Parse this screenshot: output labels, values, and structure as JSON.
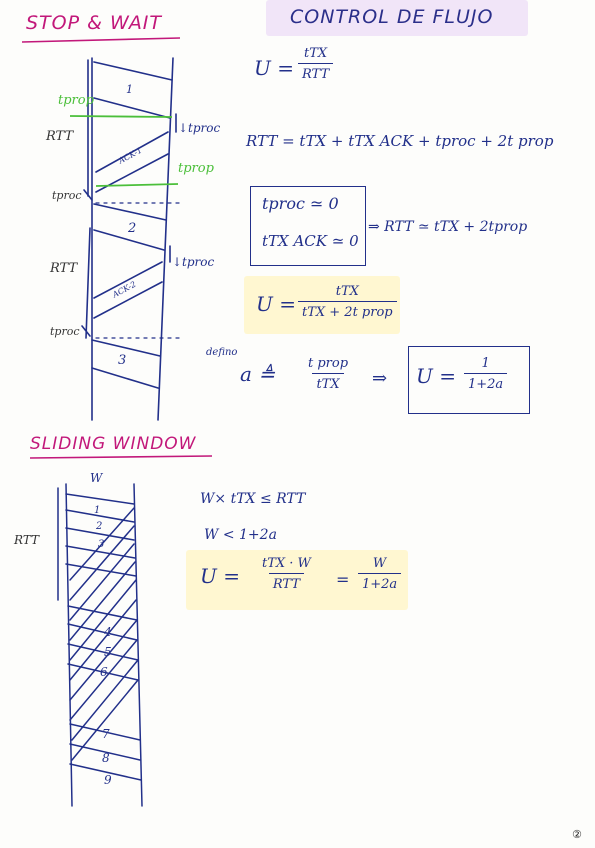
{
  "stop_wait": {
    "title": "STOP & WAIT",
    "t_prop_left": "tprop",
    "t_prop_right": "tprop",
    "t_proc_1": "↓tproc",
    "t_proc_2": "↓tproc",
    "rtt_1": "RTT",
    "rtt_2": "RTT",
    "t_proc_left_1": "tproc",
    "t_proc_left_2": "tproc",
    "frame_1": "1",
    "frame_2": "2",
    "frame_3": "3",
    "ack_1": "ACK-1",
    "ack_2": "ACK-2"
  },
  "control": {
    "title": "CONTROL DE FLUJO",
    "u_def_left": "U =",
    "u_def_num": "tTX",
    "u_def_den": "RTT",
    "rtt_eq": "RTT = tTX + tTX ACK + tproc + 2t prop",
    "approx_1": "tproc ≃ 0",
    "approx_2": "tTX ACK ≃ 0",
    "implies": "⇒ RTT ≃ tTX + 2tprop",
    "u_left": "U =",
    "u_num": "tTX",
    "u_den": "tTX + 2t prop",
    "defino": "defino",
    "a_left": "a ≜",
    "a_num": "t prop",
    "a_den": "tTX",
    "arrow": "⇒",
    "u_a_left": "U =",
    "u_a_num": "1",
    "u_a_den": "1+2a"
  },
  "sliding": {
    "title": "SLIDING WINDOW",
    "w_label": "W",
    "rtt": "RTT",
    "frames": [
      "1",
      "2",
      "3",
      "4",
      "5",
      "6",
      "7",
      "8",
      "9"
    ],
    "cond_1": "W× tTX ≤ RTT",
    "cond_2": "W < 1+2a",
    "u_left": "U =",
    "u_num": "tTX · W",
    "u_den": "RTT",
    "eq": "=",
    "u2_num": "W",
    "u2_den": "1+2a"
  },
  "page_number": "②"
}
